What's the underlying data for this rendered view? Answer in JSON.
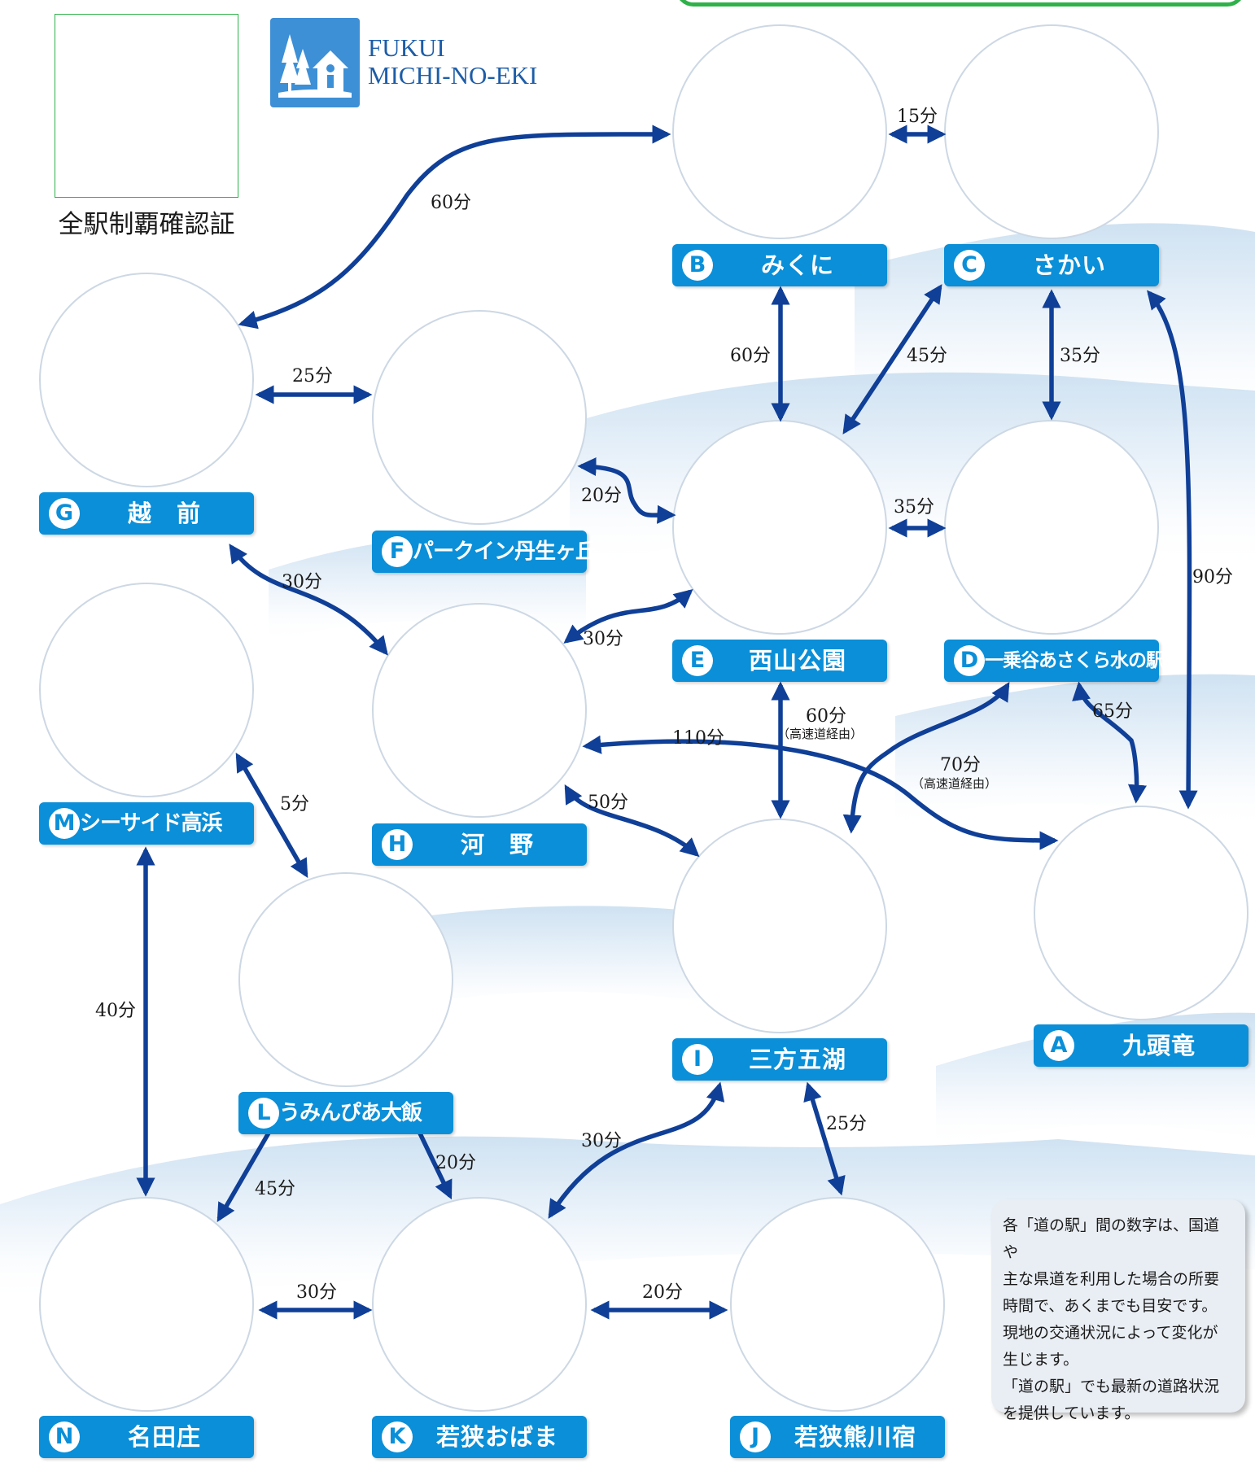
{
  "logo": {
    "line1": "FUKUI",
    "line2": "MICHI-NO-EKI"
  },
  "stamp_caption": "全駅制覇確認証",
  "stations": [
    {
      "letter": "A",
      "name": "九頭竜"
    },
    {
      "letter": "B",
      "name": "みくに"
    },
    {
      "letter": "C",
      "name": "さかい"
    },
    {
      "letter": "D",
      "name": "一乗谷あさくら水の駅"
    },
    {
      "letter": "E",
      "name": "西山公園"
    },
    {
      "letter": "F",
      "name": "パークイン丹生ヶ丘"
    },
    {
      "letter": "G",
      "name": "越　前"
    },
    {
      "letter": "H",
      "name": "河　野"
    },
    {
      "letter": "I",
      "name": "三方五湖"
    },
    {
      "letter": "J",
      "name": "若狭熊川宿"
    },
    {
      "letter": "K",
      "name": "若狭おばま"
    },
    {
      "letter": "L",
      "name": "うみんぴあ大飯"
    },
    {
      "letter": "M",
      "name": "シーサイド高浜"
    },
    {
      "letter": "N",
      "name": "名田庄"
    }
  ],
  "routes": [
    {
      "between": [
        "B",
        "G"
      ],
      "time": "60分"
    },
    {
      "between": [
        "B",
        "C"
      ],
      "time": "15分"
    },
    {
      "between": [
        "B",
        "E"
      ],
      "time": "60分"
    },
    {
      "between": [
        "C",
        "E"
      ],
      "time": "45分"
    },
    {
      "between": [
        "C",
        "D"
      ],
      "time": "35分"
    },
    {
      "between": [
        "C",
        "A"
      ],
      "time": "90分"
    },
    {
      "between": [
        "G",
        "F"
      ],
      "time": "25分"
    },
    {
      "between": [
        "F",
        "E"
      ],
      "time": "20分"
    },
    {
      "between": [
        "E",
        "D"
      ],
      "time": "35分"
    },
    {
      "between": [
        "G",
        "H"
      ],
      "time": "30分"
    },
    {
      "between": [
        "E",
        "H"
      ],
      "time": "30分"
    },
    {
      "between": [
        "E",
        "I"
      ],
      "time": "60分",
      "note": "（高速道経由）"
    },
    {
      "between": [
        "D",
        "I"
      ],
      "time": "70分",
      "note": "（高速道経由）"
    },
    {
      "between": [
        "D",
        "A"
      ],
      "time": "65分"
    },
    {
      "between": [
        "H",
        "A"
      ],
      "time": "110分"
    },
    {
      "between": [
        "H",
        "I"
      ],
      "time": "50分"
    },
    {
      "between": [
        "M",
        "L"
      ],
      "time": "5分"
    },
    {
      "between": [
        "M",
        "N"
      ],
      "time": "40分"
    },
    {
      "between": [
        "L",
        "N"
      ],
      "time": "45分"
    },
    {
      "between": [
        "L",
        "K"
      ],
      "time": "20分"
    },
    {
      "between": [
        "I",
        "K"
      ],
      "time": "30分"
    },
    {
      "between": [
        "I",
        "J"
      ],
      "time": "25分"
    },
    {
      "between": [
        "N",
        "K"
      ],
      "time": "30分"
    },
    {
      "between": [
        "K",
        "J"
      ],
      "time": "20分"
    }
  ],
  "note": "各「道の駅」間の数字は、国道や\n主な県道を利用した場合の所要\n時間で、あくまでも目安です。\n現地の交通状況によって変化が\n生じます。\n「道の駅」でも最新の道路状況\nを提供しています。",
  "colors": {
    "arrow": "#0f3f97",
    "label_bg": "#0a8fd8",
    "circle_border": "#cdd8e4",
    "frame_green": "#2fb14a",
    "logo_blue": "#3d8fd6"
  }
}
